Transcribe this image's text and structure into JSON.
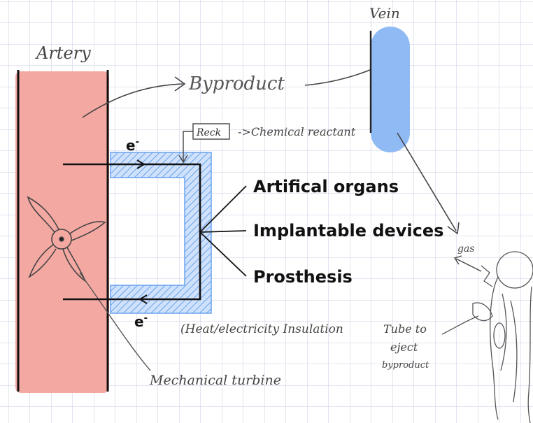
{
  "labels": {
    "artery": "Artery",
    "vein": "Vein",
    "byproduct": "Byproduct",
    "reactor_box": "Reck",
    "chemical_reactant": "->Chemical reactant",
    "electron_top": "e",
    "electron_bottom": "e",
    "heat_insulation": "(Heat/electricity Insulation",
    "mechanical_turbine": "Mechanical turbine",
    "gas": "gas",
    "tube_to_eject": "Tube to eject byproduct"
  },
  "applications": [
    "Artifical organs",
    "Implantable devices",
    "Prosthesis"
  ],
  "colors": {
    "artery_fill": "#f4a8a2",
    "vein_fill": "#8fbaf3",
    "insulation_hatch": "#6aa3ee",
    "grid": "#c7cde0",
    "ink": "#1a1a1a",
    "pencil": "#555555"
  }
}
